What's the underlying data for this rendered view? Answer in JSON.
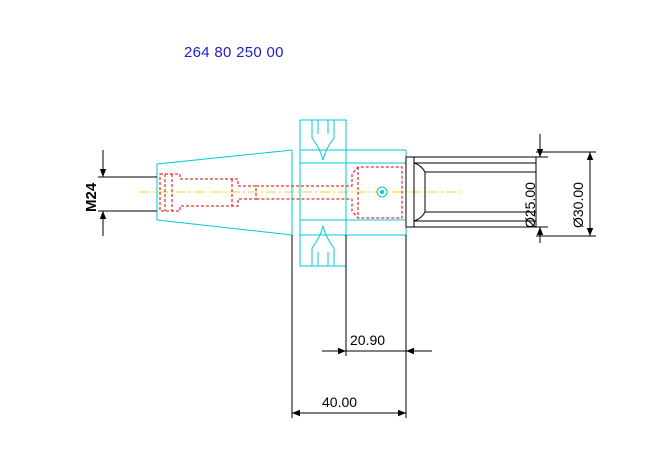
{
  "drawing": {
    "part_number": "264 80 250 00",
    "dimensions": {
      "thread": "M24",
      "diameter_inner": "Ø25.00",
      "diameter_outer": "Ø30.00",
      "length_short": "20.90",
      "length_long": "40.00"
    },
    "colors": {
      "outline": "#00c8d8",
      "hidden_lines": "#e00000",
      "centerline": "#e8e000",
      "dimension_lines": "#000000",
      "part_number_text": "#2020d0"
    }
  }
}
